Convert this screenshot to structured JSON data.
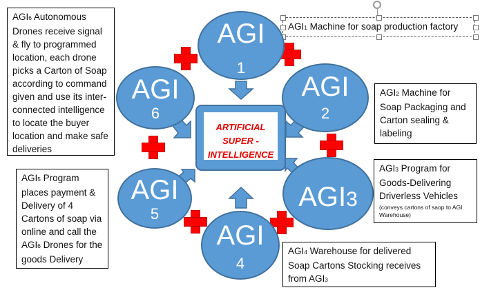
{
  "center": {
    "line1": "ARTIFICIAL",
    "line2": "SUPER -",
    "line3": "INTELLIGENCE"
  },
  "nodes": {
    "agi1": {
      "label": "AGI",
      "number": "1"
    },
    "agi2": {
      "label": "AGI",
      "number": "2"
    },
    "agi3": {
      "label": "AGI",
      "number": "3"
    },
    "agi4": {
      "label": "AGI",
      "number": "4"
    },
    "agi5": {
      "label": "AGI",
      "number": "5"
    },
    "agi6": {
      "label": "AGI",
      "number": "6"
    }
  },
  "boxes": {
    "agi1": {
      "prefix": "AGI",
      "sub": "1",
      "text": " Machine for soap production factory"
    },
    "agi2": {
      "prefix": "AGI",
      "sub": "2",
      "text": " Machine for Soap Packaging and Carton sealing & labeling"
    },
    "agi3": {
      "prefix": "AGI",
      "sub": "3",
      "text": " Program for Goods-Delivering Driverless Vehicles",
      "note": "(conveys cartons of saop to AGI Warehouse)"
    },
    "agi4": {
      "prefix": "AGI",
      "sub": "4",
      "text": " Warehouse for delivered Soap Cartons Stocking receives from AGI",
      "tail_sub": "3"
    },
    "agi5": {
      "prefix": "AGI",
      "sub": "5",
      "text": " Program places payment & Delivery of 4 Cartons of soap via online and call the AGI",
      "mid_sub": "6",
      "tail": " Drones for the goods Delivery"
    },
    "agi6": {
      "prefix": "AGI",
      "sub": "6",
      "text": " Autonomous Drones receive signal & fly to programmed location, each drone picks a Carton of Soap according to command given and use its inter-connected intelligence to locate the buyer location and make safe deliveries"
    }
  },
  "colors": {
    "circle_fill": "#5b9bd5",
    "circle_border": "#41719c",
    "plus": "#ff0000",
    "center_text": "#e00000"
  }
}
